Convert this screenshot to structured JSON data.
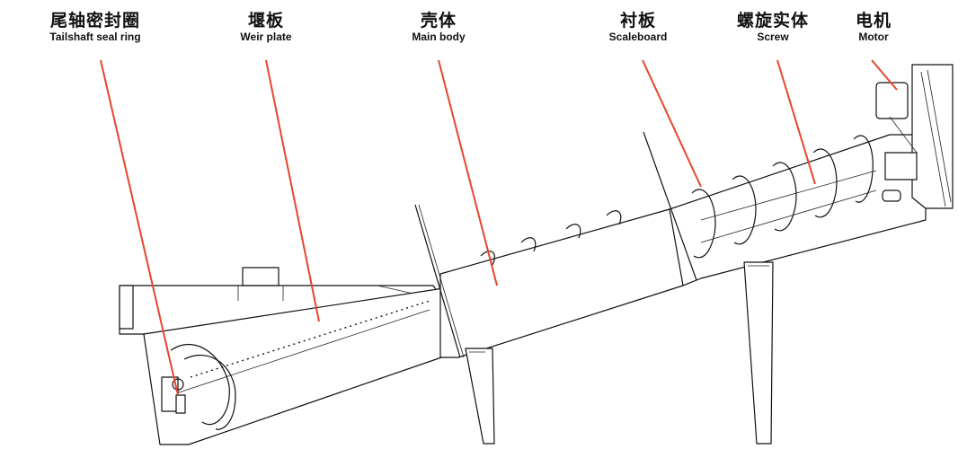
{
  "colors": {
    "leader": "#e8452c",
    "outline": "#111111"
  },
  "labels": [
    {
      "zh": "尾轴密封圈",
      "en": "Tailshaft seal ring"
    },
    {
      "zh": "堰板",
      "en": "Weir plate"
    },
    {
      "zh": "壳体",
      "en": "Main body"
    },
    {
      "zh": "衬板",
      "en": "Scaleboard"
    },
    {
      "zh": "螺旋实体",
      "en": "Screw"
    },
    {
      "zh": "电机",
      "en": "Motor"
    }
  ]
}
